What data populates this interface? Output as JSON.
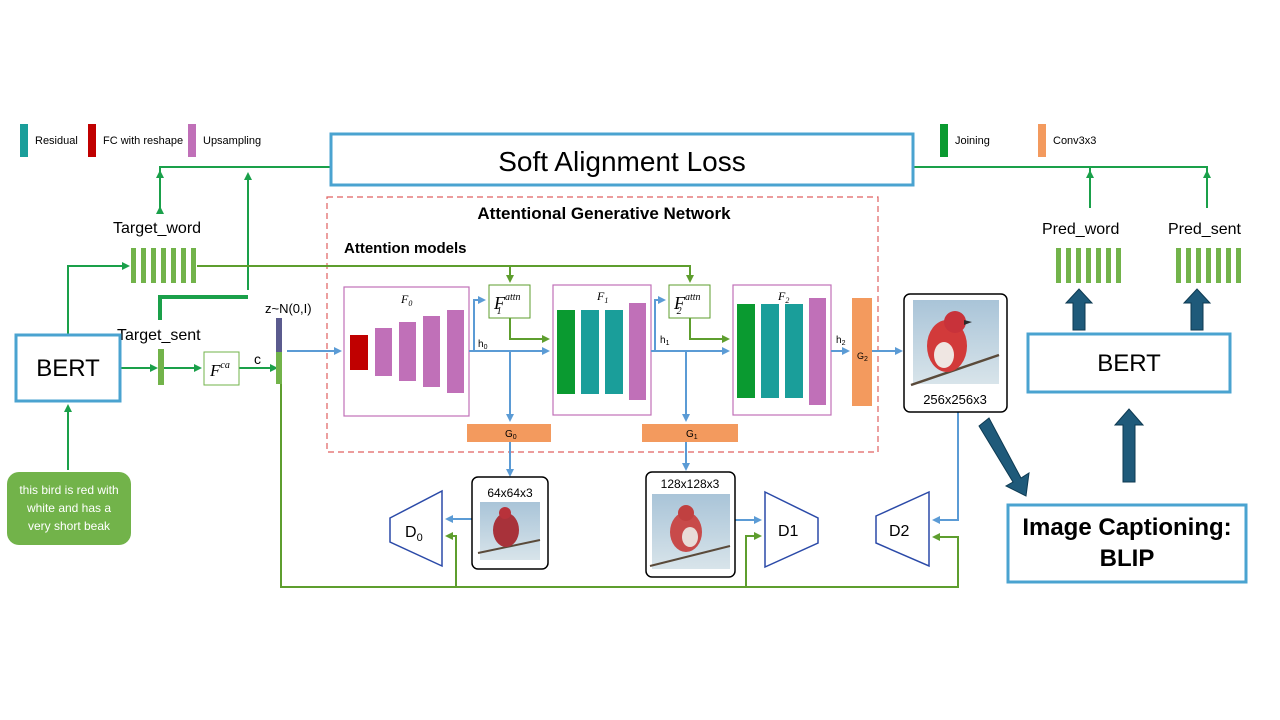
{
  "legend": {
    "left": [
      {
        "label": "Residual",
        "color": "#1a9e9a",
        "icon": "teal-swatch"
      },
      {
        "label": "FC with reshape",
        "color": "#c00000",
        "icon": "red-swatch"
      },
      {
        "label": "Upsampling",
        "color": "#c070b8",
        "icon": "purple-swatch"
      }
    ],
    "right": [
      {
        "label": "Joining",
        "color": "#0a9a30",
        "icon": "green-swatch"
      },
      {
        "label": "Conv3x3",
        "color": "#f39a5e",
        "icon": "orange-swatch"
      }
    ]
  },
  "loss_box": {
    "label": "Soft Alignment Loss"
  },
  "generator": {
    "title": "Attentional Generative Network",
    "attention_label": "Attention models",
    "f0": {
      "label": "F",
      "sub": "0"
    },
    "f1": {
      "label": "F",
      "sub": "1"
    },
    "f2": {
      "label": "F",
      "sub": "2"
    },
    "f1_attn": {
      "label": "F",
      "sup": "attn",
      "sub": "1"
    },
    "f2_attn": {
      "label": "F",
      "sup": "attn",
      "sub": "2"
    },
    "h0": {
      "label": "h",
      "sub": "0"
    },
    "h1": {
      "label": "h",
      "sub": "1"
    },
    "h2": {
      "label": "h",
      "sub": "2"
    },
    "g0": {
      "label": "G",
      "sub": "0"
    },
    "g1": {
      "label": "G",
      "sub": "1"
    },
    "g2": {
      "label": "G",
      "sub": "2"
    }
  },
  "left_side": {
    "bert_label": "BERT",
    "target_word": "Target_word",
    "target_sent": "Target_sent",
    "fca": {
      "label": "F",
      "sup": "ca"
    },
    "c_label": "c",
    "z_label": "z~N(0,I)",
    "caption_lines": [
      "this bird is red with",
      "white and has a",
      "very short beak"
    ]
  },
  "outputs": {
    "img64": "64x64x3",
    "img128": "128x128x3",
    "img256": "256x256x3",
    "d0": {
      "label": "D",
      "sub": "0"
    },
    "d1": "D1",
    "d2": "D2"
  },
  "right_side": {
    "pred_word": "Pred_word",
    "pred_sent": "Pred_sent",
    "bert_label": "BERT",
    "captioning_lines": [
      "Image Captioning:",
      "BLIP"
    ]
  },
  "colors": {
    "green_line": "#1aa04a",
    "olive_line": "#5e9e2e",
    "blue_line": "#5b9bd5",
    "box_border": "#4aa3d0",
    "dark_arrow": "#1f5a7a",
    "dashed_red": "#e06060",
    "caption_bg": "#72b34a"
  }
}
